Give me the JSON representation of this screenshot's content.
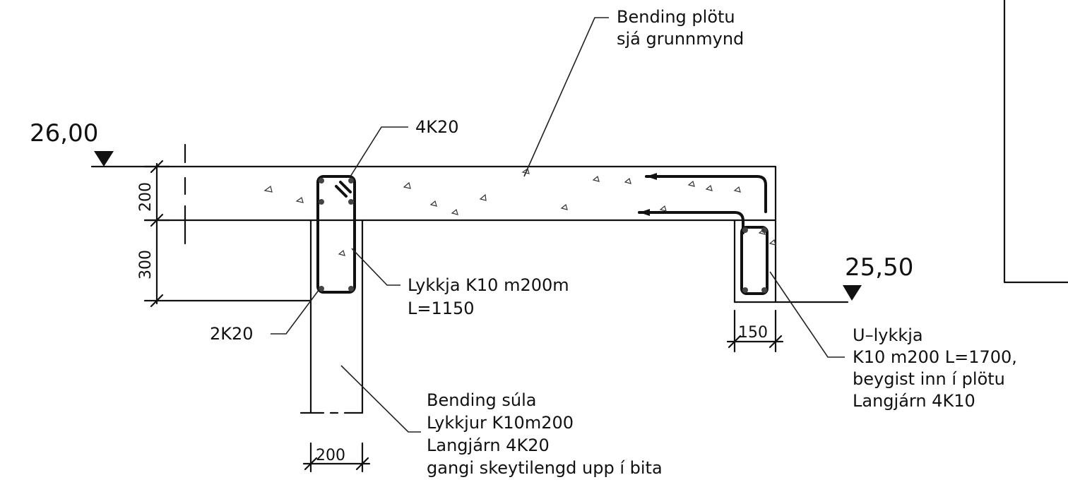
{
  "levels": {
    "top": "26,00",
    "bottom": "25,50"
  },
  "dimensions": {
    "slab_thickness": "200",
    "beam_depth": "300",
    "beam_width": "150",
    "column_width": "200"
  },
  "labels": {
    "slab_reinforcement": [
      "Bending plötu",
      "sjá grunnmynd"
    ],
    "top_bars": "4K20",
    "bottom_bars": "2K20",
    "stirrup": [
      "Lykkja K10 m200m",
      "L=1150"
    ],
    "u_loop": [
      "U–lykkja",
      "K10 m200 L=1700,",
      "beygist inn í plötu",
      "Langjárn 4K10"
    ],
    "column_reinforcement": [
      "Bending súla",
      "Lykkjur K10m200",
      "Langjárn 4K20",
      "gangi skeytilengd upp í bita"
    ]
  }
}
